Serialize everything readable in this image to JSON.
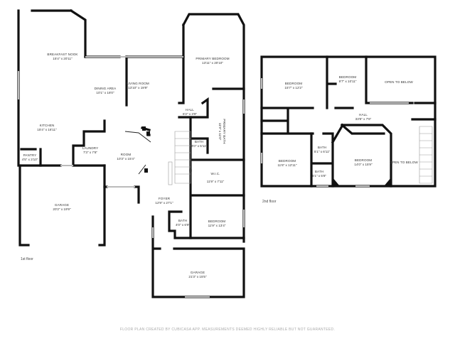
{
  "first_floor": {
    "label": "1st floor",
    "rooms": [
      {
        "name": "BREAKFAST NOOK",
        "dims": "15'4\" x 20'11\""
      },
      {
        "name": "DINING AREA",
        "dims": "10'1\" x 18'0\""
      },
      {
        "name": "LIVING ROOM",
        "dims": "13'10\" x 19'9\""
      },
      {
        "name": "PRIMARY BEDROOM",
        "dims": "13'11\" x 20'10\""
      },
      {
        "name": "HALL",
        "dims": "6'2\" x 3'9\""
      },
      {
        "name": "PRIMARY BATH",
        "dims": "11'9\" x 11'0\""
      },
      {
        "name": "BATH",
        "dims": "4'0\" x 5'11\""
      },
      {
        "name": "W.I.C.",
        "dims": "11'9\" x 7'11\""
      },
      {
        "name": "KITCHEN",
        "dims": "15'4\" x 16'11\""
      },
      {
        "name": "LAUNDRY",
        "dims": "7'3\" x 7'8\""
      },
      {
        "name": "PANTRY",
        "dims": "4'5\" x 3'10\""
      },
      {
        "name": "ROOM",
        "dims": "10'3\" x 15'4\""
      },
      {
        "name": "FOYER",
        "dims": "12'9\" x 27'1\""
      },
      {
        "name": "BATH",
        "dims": "4'0\" x 6'9\""
      },
      {
        "name": "BEDROOM",
        "dims": "11'9\" x 13'4\""
      },
      {
        "name": "GARAGE",
        "dims": "20'2\" x 19'9\""
      },
      {
        "name": "GARAGE",
        "dims": "21'3\" x 15'5\""
      }
    ]
  },
  "second_floor": {
    "label": "2nd floor",
    "rooms": [
      {
        "name": "BEDROOM",
        "dims": "15'7\" x 12'2\""
      },
      {
        "name": "BEDROOM",
        "dims": "9'7\" x 10'11\""
      },
      {
        "name": "OPEN TO BELOW",
        "dims": ""
      },
      {
        "name": "HALL",
        "dims": "33'8\" x 7'6\""
      },
      {
        "name": "BEDROOM",
        "dims": "11'6\" x 12'11\""
      },
      {
        "name": "BATH",
        "dims": "5'1\" x 6'11\""
      },
      {
        "name": "BATH",
        "dims": "5'1\" x 5'8\""
      },
      {
        "name": "BEDROOM",
        "dims": "14'0\" x 15'9\""
      },
      {
        "name": "OPEN TO BELOW",
        "dims": ""
      }
    ]
  },
  "footer": "FLOOR PLAN CREATED BY CUBICASA APP. MEASUREMENTS DEEMED HIGHLY RELIABLE BUT NOT GUARANTEED."
}
